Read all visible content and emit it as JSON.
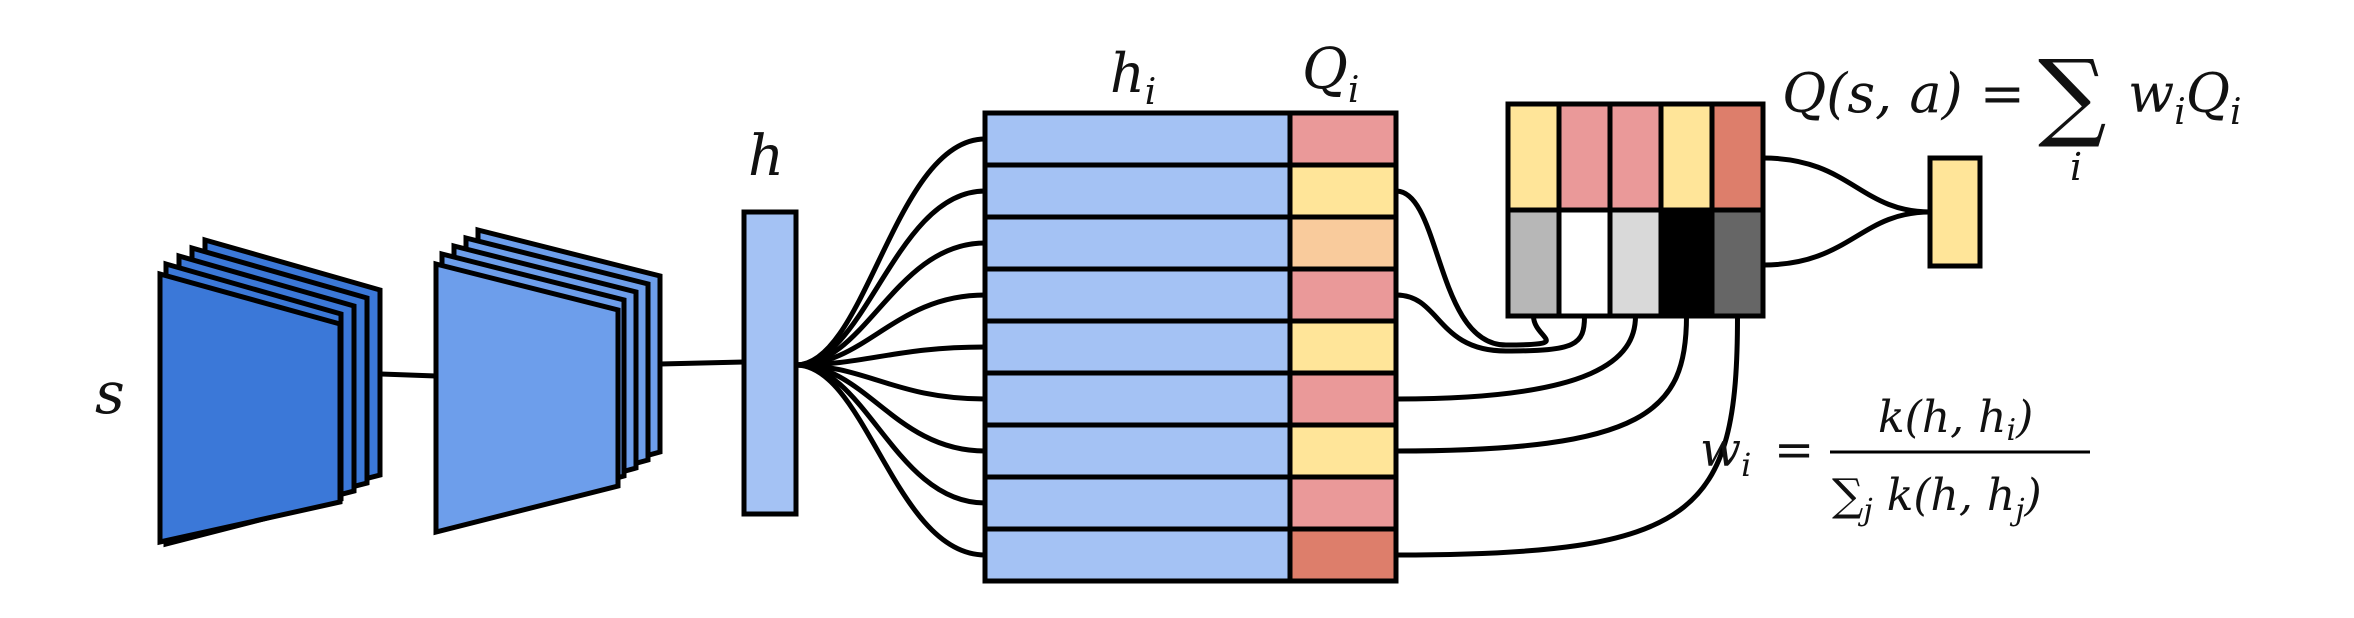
{
  "labels": {
    "s": "s",
    "h": "h",
    "h_i_base": "h",
    "h_i_sub": "i",
    "Q_i_base": "Q",
    "Q_i_sub": "i",
    "q_formula_lhs": "Q(s, a) = ",
    "q_formula_sigma": "∑",
    "q_formula_sigma_index": "i",
    "q_formula_w": "w",
    "q_formula_w_sub": "i",
    "q_formula_Q": "Q",
    "q_formula_Q_sub": "i",
    "w_formula_lhs_base": "w",
    "w_formula_lhs_sub": "i",
    "w_formula_eq": "=",
    "w_formula_numerator": "k(h, h",
    "w_formula_numerator_sub": "i",
    "w_formula_numerator_close": ")",
    "w_formula_denominator_sigma": "∑",
    "w_formula_denominator_sigma_sub": "j",
    "w_formula_denominator_rest": " k(h, h",
    "w_formula_denominator_sub": "j",
    "w_formula_denominator_close": ")"
  },
  "colors": {
    "outline": "#000000",
    "conv1": "#3b78d8",
    "conv2": "#6d9eeb",
    "hidden": "#a4c2f4",
    "yellow": "#ffe599",
    "pink": "#ea9999",
    "peach": "#f9cb9c",
    "salmon": "#dd7e6b"
  },
  "memory": {
    "q_colors": [
      "pink",
      "yellow",
      "peach",
      "pink",
      "yellow",
      "pink",
      "yellow",
      "pink",
      "salmon"
    ]
  },
  "selected": {
    "q_colors": [
      "yellow",
      "pink",
      "pink",
      "yellow",
      "salmon"
    ],
    "weight_shades": [
      "#b7b7b7",
      "#ffffff",
      "#d9d9d9",
      "#000000",
      "#666666"
    ]
  },
  "output": {
    "color": "yellow"
  }
}
